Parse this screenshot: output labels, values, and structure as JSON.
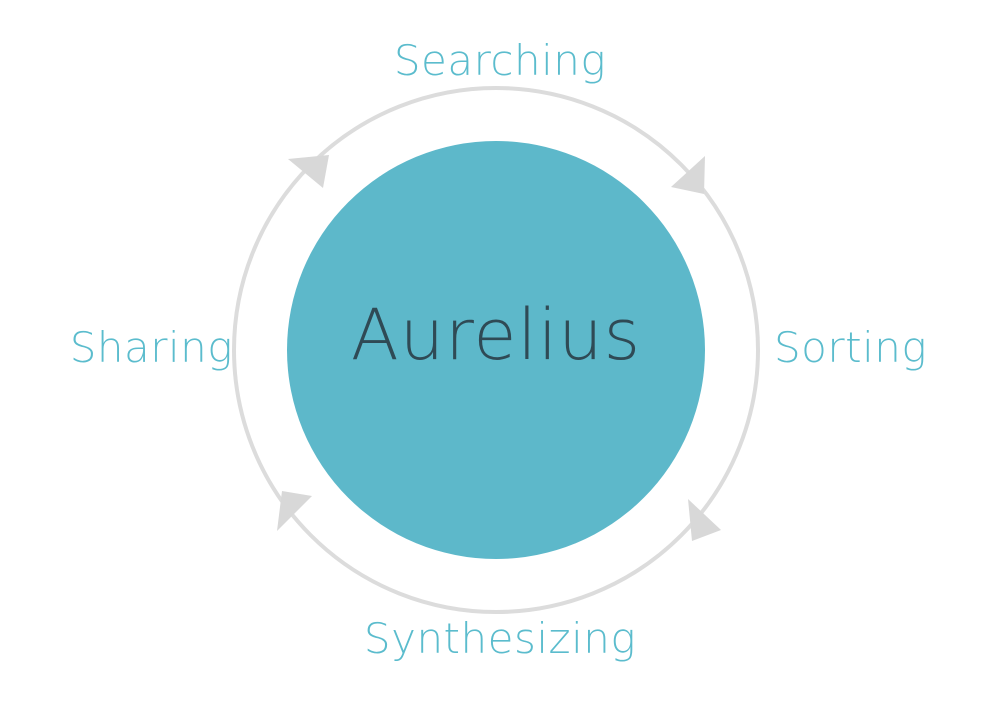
{
  "diagram": {
    "center_label": "Aurelius",
    "steps": {
      "top": "Searching",
      "right": "Sorting",
      "bottom": "Synthesizing",
      "left": "Sharing"
    },
    "colors": {
      "hub_fill": "#5db8ca",
      "step_text": "#5bbccd",
      "center_text": "#2f4a55",
      "ring": "#dcdcdc"
    }
  }
}
